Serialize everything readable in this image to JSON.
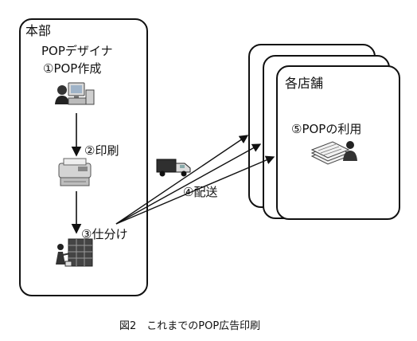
{
  "hq": {
    "title": "本部",
    "designer": "POPデザイナ",
    "steps": [
      "①POP作成",
      "②印刷",
      "③仕分け"
    ]
  },
  "distribution": {
    "label": "④配送"
  },
  "stores": {
    "title": "各店舗",
    "use": "⑤POPの利用"
  },
  "caption": "図2　これまでのPOP広告印刷",
  "icons": [
    "computer-user-icon",
    "printer-icon",
    "sorting-shelf-icon",
    "delivery-truck-icon",
    "pop-papers-user-icon"
  ]
}
